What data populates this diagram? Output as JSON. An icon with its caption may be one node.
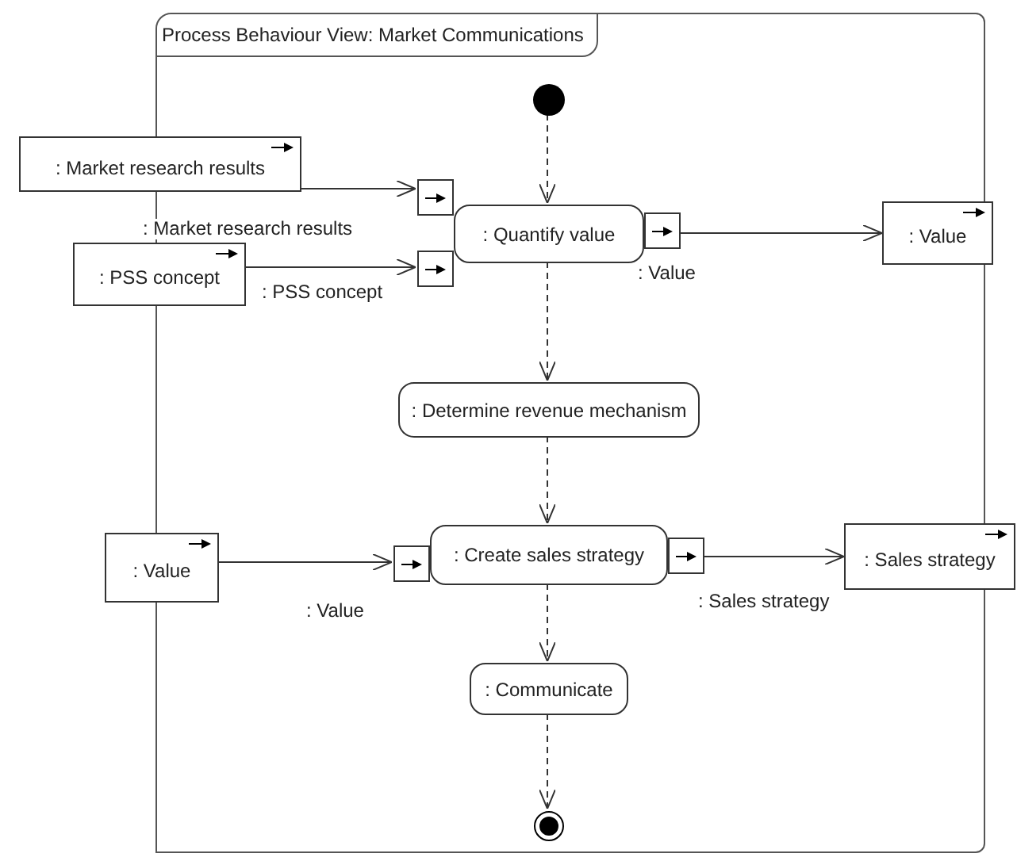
{
  "diagram": {
    "nodes": [
      {
        "text": [
          "Process Behaviour View: Market Communications"
        ]
      },
      {
        "text": [],
        "shape": "circle",
        "in": 0
      },
      {
        "text": [
          ": Market research results"
        ]
      },
      {
        "text": [
          ": PSS concept"
        ]
      },
      {
        "text": [],
        "shape": "box",
        "in": 0
      },
      {
        "text": [],
        "shape": "box",
        "in": 0
      },
      {
        "text": [
          ": Quantify value"
        ],
        "in": 0
      },
      {
        "text": [],
        "shape": "box",
        "in": 0
      },
      {
        "text": [
          ": Value"
        ]
      },
      {
        "text": [
          ": Determine revenue mechanism"
        ],
        "in": 0
      },
      {
        "text": [
          ": Value"
        ]
      },
      {
        "text": [],
        "shape": "box",
        "in": 0
      },
      {
        "text": [
          ": Create sales strategy"
        ],
        "in": 0
      },
      {
        "text": [],
        "shape": "box",
        "in": 0
      },
      {
        "text": [
          ": Sales strategy"
        ]
      },
      {
        "text": [
          ": Communicate"
        ],
        "in": 0
      },
      {
        "text": [],
        "shape": "circle",
        "in": 0
      }
    ],
    "edges": [
      {
        "from": 2,
        "to": 4,
        "arrow": "to"
      },
      {
        "from": 3,
        "to": 5,
        "arrow": "to"
      },
      {
        "from": 1,
        "to": 6,
        "arrow": "to",
        "style": "dashed"
      },
      {
        "from": 7,
        "to": 8,
        "arrow": "to"
      },
      {
        "from": 6,
        "to": 9,
        "arrow": "to",
        "style": "dashed"
      },
      {
        "from": 9,
        "to": 12,
        "arrow": "to",
        "style": "dashed"
      },
      {
        "from": 10,
        "to": 11,
        "arrow": "to"
      },
      {
        "from": 13,
        "to": 14,
        "arrow": "to"
      },
      {
        "from": 12,
        "to": 15,
        "arrow": "to",
        "style": "dashed"
      },
      {
        "from": 15,
        "to": 16,
        "arrow": "to",
        "style": "dashed"
      }
    ],
    "labels": [
      ": Market research results",
      ": Value",
      ": PSS concept",
      ": Value",
      ": Sales strategy"
    ]
  }
}
